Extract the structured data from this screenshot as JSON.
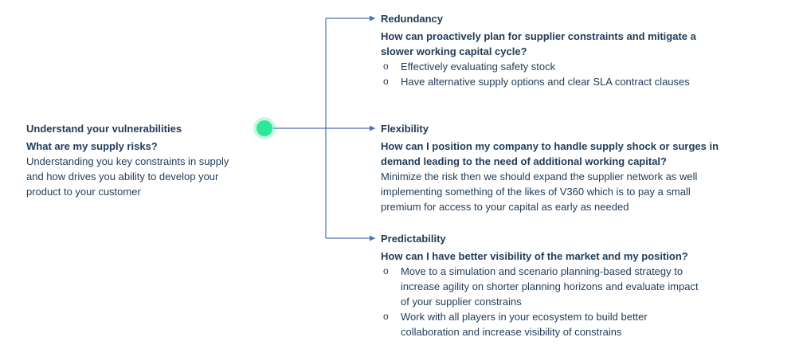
{
  "left": {
    "title": "Understand your vulnerabilities",
    "question": "What are my supply risks?",
    "body_lines": [
      "Understanding you key constraints in supply",
      "and how drives you ability to develop your",
      "product to your customer"
    ]
  },
  "colors": {
    "text": "#1f3b57",
    "connector": "#4a72b8",
    "node_fill": "#2ee89a",
    "node_halo": "#c8f7e3"
  },
  "branches": {
    "redundancy": {
      "title": "Redundancy",
      "question_lines": [
        "How can proactively plan for supplier constraints and mitigate a",
        "slower working capital cycle?"
      ],
      "bullets": [
        [
          "Effectively evaluating safety stock"
        ],
        [
          "Have alternative supply options and clear SLA contract clauses"
        ]
      ]
    },
    "flexibility": {
      "title": "Flexibility",
      "question_lines": [
        "How can I position my company to handle supply shock or surges in",
        "demand leading to the need of additional working capital?"
      ],
      "body_lines": [
        "Minimize the risk then we should expand the supplier network as well",
        "implementing something of the likes of V360 which is to pay a small",
        "premium for access to your capital as early as needed"
      ]
    },
    "predictability": {
      "title": "Predictability",
      "question_lines": [
        "How can I have better visibility of the market and my position?"
      ],
      "bullets": [
        [
          "Move to a simulation and scenario planning-based strategy to",
          "increase agility on shorter planning horizons and evaluate impact",
          "of your supplier constrains"
        ],
        [
          "Work with all players in your ecosystem to build better",
          "collaboration and increase visibility of constrains"
        ]
      ]
    }
  },
  "bullet_symbol": "o"
}
